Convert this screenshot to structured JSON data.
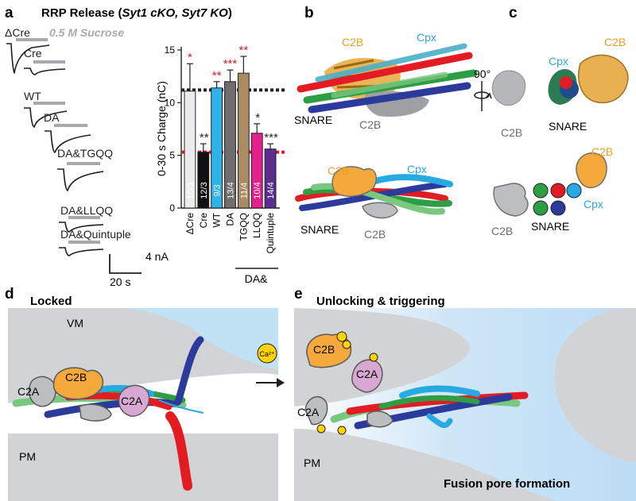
{
  "panels": {
    "a": {
      "letter": "a",
      "title_prefix": "RRP Release (",
      "title_italic": "Syt1 cKO, Syt7 KO",
      "title_suffix": ")",
      "sucrose_label": "0.5 M Sucrose",
      "trace_labels": [
        "ΔCre",
        "Cre",
        "WT",
        "DA",
        "DA&TGQQ",
        "DA&LLQQ",
        "DA&Quintuple"
      ],
      "scale_y": "4 nA",
      "scale_x": "20 s",
      "group_label": "DA&"
    },
    "b": {
      "letter": "b",
      "labels": {
        "c2b_top": "C2B",
        "cpx": "Cpx",
        "snare": "SNARE",
        "c2b_bottom": "C2B",
        "rotation": "90°"
      },
      "cartoon": {
        "c2b": "C2B",
        "cpx": "Cpx",
        "snare": "SNARE",
        "c2b_gray": "C2B"
      }
    },
    "c": {
      "letter": "c",
      "labels": {
        "c2b_left": "C2B",
        "cpx": "Cpx",
        "c2b_right": "C2B",
        "snare": "SNARE"
      },
      "cartoon": {
        "c2b": "C2B",
        "cpx": "Cpx",
        "c2b_gray": "C2B",
        "snare": "SNARE"
      }
    },
    "d": {
      "letter": "d",
      "title": "Locked",
      "vm": "VM",
      "pm": "PM",
      "c2a_left": "C2A",
      "c2b": "C2B",
      "c2a_right": "C2A"
    },
    "e": {
      "letter": "e",
      "title": "Unlocking & triggering",
      "c2b": "C2B",
      "c2a_top": "C2A",
      "c2a": "C2A",
      "pm": "PM",
      "caption": "Fusion pore formation",
      "ca_label": "Ca²⁺"
    }
  },
  "chart_data": {
    "type": "bar",
    "ylabel": "0-30 s Charge (nC)",
    "ylim": [
      0,
      15
    ],
    "yticks": [
      0,
      5,
      10,
      15
    ],
    "categories": [
      "ΔCre",
      "Cre",
      "WT",
      "DA",
      "TGQQ",
      "LLQQ",
      "Quintuple"
    ],
    "values": [
      11.1,
      5.3,
      11.4,
      12.0,
      12.8,
      7.1,
      5.6
    ],
    "errors": [
      2.6,
      0.8,
      0.6,
      1.1,
      1.6,
      0.9,
      0.5
    ],
    "n_labels": [
      "10/3",
      "12/3",
      "9/3",
      "13/4",
      "11/4",
      "10/4",
      "14/4"
    ],
    "significance_top": [
      "*",
      "",
      "**",
      "***",
      "**",
      "",
      ""
    ],
    "significance_bottom": [
      "",
      "**",
      "",
      "",
      "",
      "*",
      "***"
    ],
    "colors": [
      "#ececec",
      "#111111",
      "#2eb3e8",
      "#6f6d6e",
      "#a98c63",
      "#e3208e",
      "#5b2d8e"
    ],
    "reference_lines": {
      "black_dotted": 11.2,
      "red_dotted": 5.3
    },
    "reference_colors": {
      "black": "#231f20",
      "red": "#e31b23",
      "sig_red": "#e31b23"
    }
  }
}
